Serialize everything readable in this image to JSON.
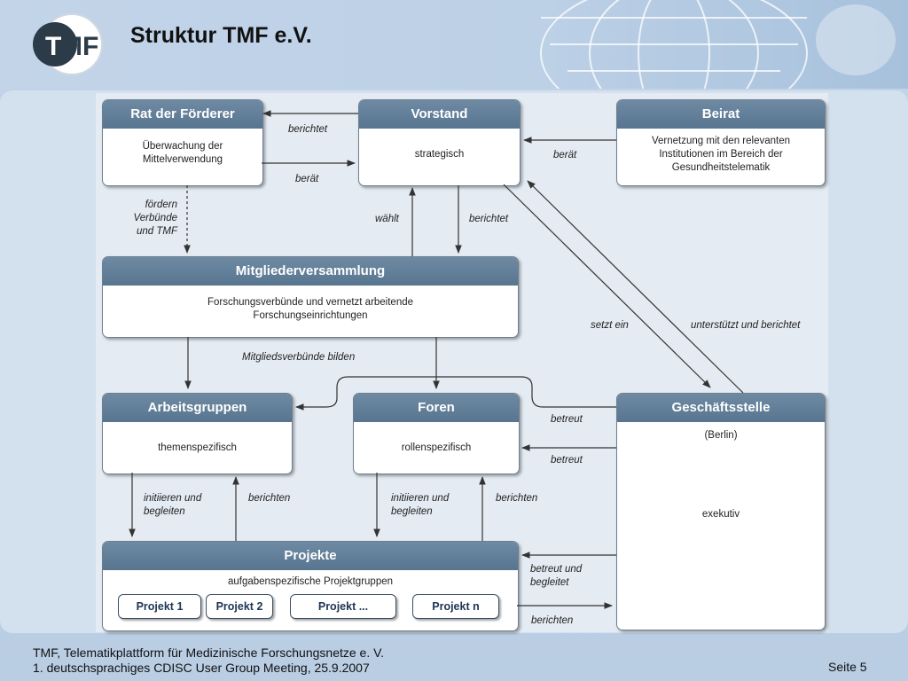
{
  "title": "Struktur TMF e.V.",
  "logo_text": "TMF",
  "colors": {
    "header_fill": "#5f7c97",
    "arrow": "#333333",
    "project_text": "#1e3555"
  },
  "boxes": {
    "rat": {
      "title": "Rat der Förderer",
      "body": "Überwachung der Mittelverwendung"
    },
    "vorstand": {
      "title": "Vorstand",
      "body": "strategisch"
    },
    "beirat": {
      "title": "Beirat",
      "body": "Vernetzung mit den relevanten Institutionen im Bereich der Gesundheitstelematik"
    },
    "mitglieder": {
      "title": "Mitgliederversammlung",
      "body": "Forschungsverbünde und vernetzt arbeitende Forschungseinrichtungen"
    },
    "arbeitsgruppen": {
      "title": "Arbeitsgruppen",
      "body": "themenspezifisch"
    },
    "foren": {
      "title": "Foren",
      "body": "rollenspezifisch"
    },
    "geschaeftsstelle": {
      "title": "Geschäftsstelle",
      "body_top": "(Berlin)",
      "body_main": "exekutiv"
    },
    "projekte": {
      "title": "Projekte",
      "body": "aufgabenspezifische Projektgruppen",
      "items": [
        "Projekt 1",
        "Projekt 2",
        "Projekt ...",
        "Projekt n"
      ]
    }
  },
  "labels": {
    "berichtet_rat": "berichtet",
    "beraet_rat": "berät",
    "beraet_beirat": "berät",
    "foerdern": "fördern Verbünde und TMF",
    "waehlt": "wählt",
    "berichtet_mv": "berichtet",
    "setzt_ein": "setzt ein",
    "unterstuetzt": "unterstützt und berichtet",
    "mitgliedsverbuende": "Mitgliedsverbünde bilden",
    "betreut_ag": "betreut",
    "betreut_foren": "betreut",
    "initiieren_1": "initiieren und begleiten",
    "berichten_1": "berichten",
    "initiieren_2": "initiieren und begleiten",
    "berichten_2": "berichten",
    "betreut_begleitet": "betreut und begleitet",
    "berichten_gs": "berichten"
  },
  "footer": {
    "line1": "TMF, Telematikplattform für Medizinische Forschungsnetze e. V.",
    "line2": "1. deutschsprachiges CDISC User Group Meeting, 25.9.2007",
    "page": "Seite 5"
  }
}
